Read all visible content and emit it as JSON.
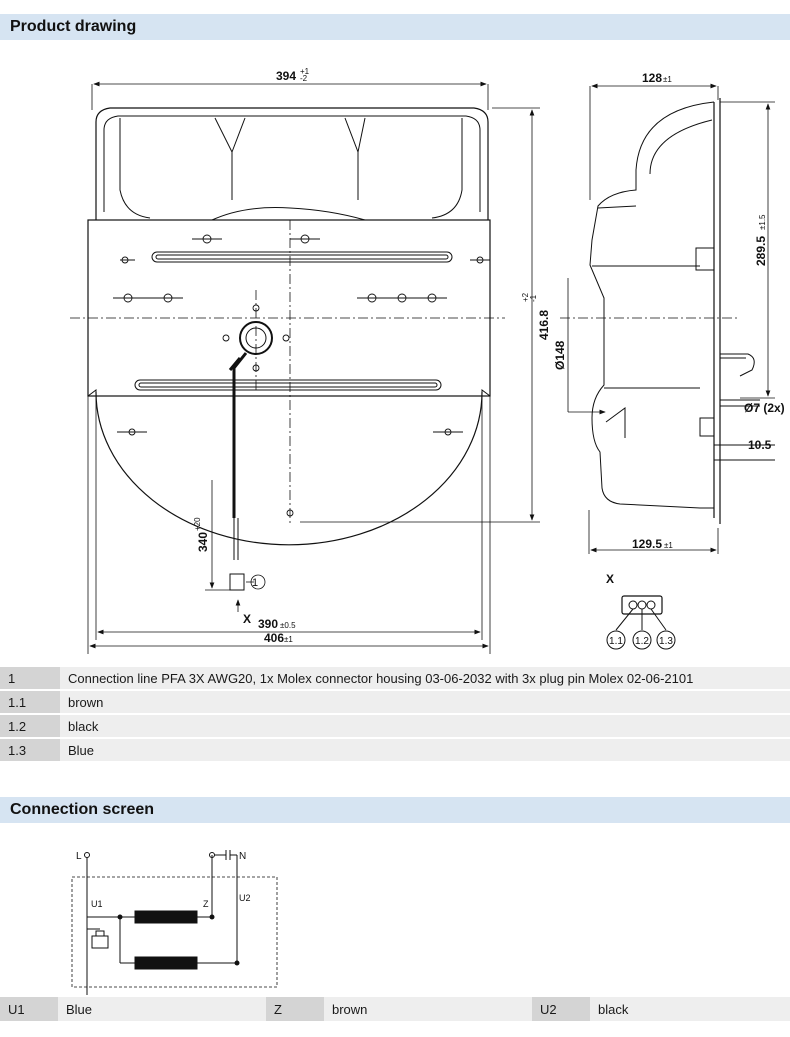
{
  "sections": {
    "product_drawing": "Product drawing",
    "connection_screen": "Connection screen"
  },
  "drawing": {
    "dim_top_width": "394",
    "dim_top_tol_up": "+1",
    "dim_top_tol_down": "-2",
    "dim_height": "416.8",
    "dim_height_tol_up": "+2",
    "dim_height_tol_down": "-1",
    "dim_cable": "340",
    "dim_cable_tol": "+20",
    "dim_inner_width": "390",
    "dim_inner_width_tol": "±0.5",
    "dim_outer_width": "406",
    "dim_outer_width_tol": "±1",
    "dim_depth_top": "128",
    "dim_depth_top_tol": "±1",
    "dim_side_height": "289.5",
    "dim_side_height_tol": "±1.5",
    "dim_diameter": "Ø148",
    "dim_hole": "Ø7 (2x)",
    "dim_offset": "10.5",
    "dim_depth_bottom": "129.5",
    "dim_depth_bottom_tol": "±1",
    "callout_1": "1",
    "view_x": "X",
    "view_x_detail": "X",
    "pin_1": "1.1",
    "pin_2": "1.2",
    "pin_3": "1.3"
  },
  "legend": [
    {
      "key": "1",
      "value": "Connection line PFA 3X AWG20, 1x Molex connector housing 03-06-2032 with 3x plug pin Molex 02-06-2101"
    },
    {
      "key": "1.1",
      "value": "brown"
    },
    {
      "key": "1.2",
      "value": "black"
    },
    {
      "key": "1.3",
      "value": "Blue"
    }
  ],
  "schematic": {
    "L": "L",
    "N": "N",
    "U1": "U1",
    "Z": "Z",
    "U2": "U2"
  },
  "connection_table": [
    {
      "key": "U1",
      "value": "Blue"
    },
    {
      "key": "Z",
      "value": "brown"
    },
    {
      "key": "U2",
      "value": "black"
    }
  ]
}
